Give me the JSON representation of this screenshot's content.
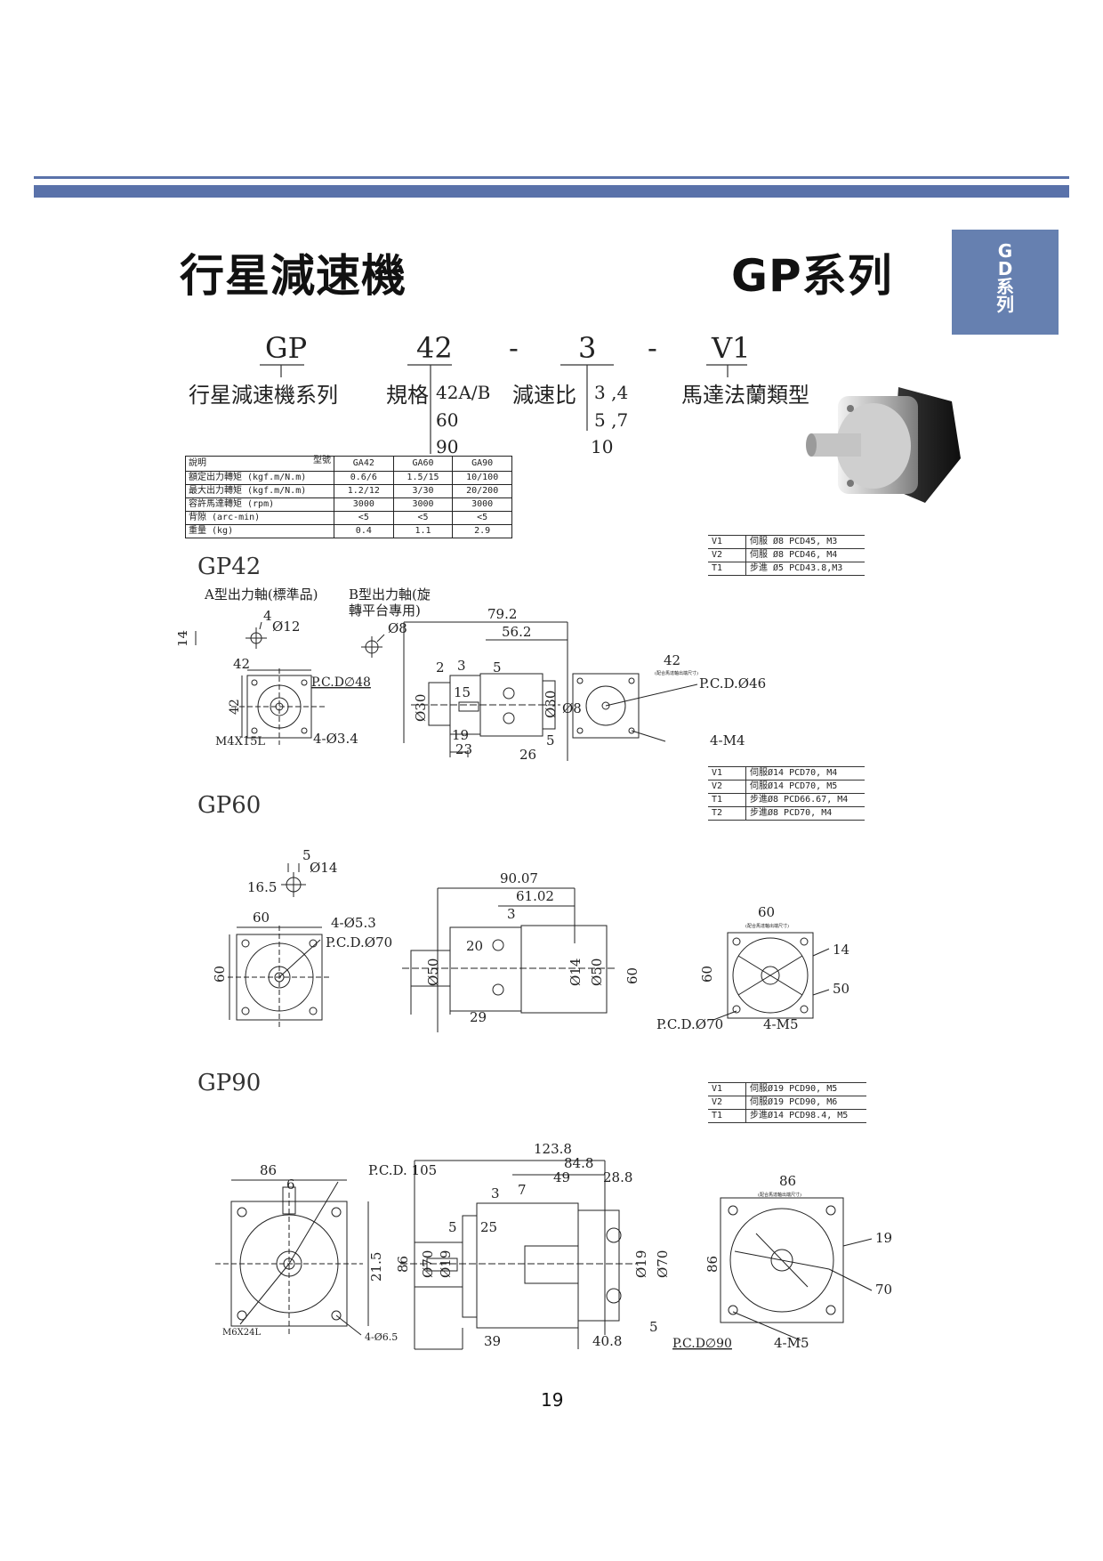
{
  "header": {
    "title_left": "行星減速機",
    "title_right": "GP系列",
    "side_tab": [
      "G",
      "D",
      "系",
      "列"
    ]
  },
  "model_code": {
    "parts": [
      "GP",
      "42",
      "-",
      "3",
      "-",
      "V1"
    ],
    "labels": {
      "series": "行星減速機系列",
      "spec": "規格",
      "spec_options": [
        "42A/B",
        "60",
        "90"
      ],
      "ratio": "減速比",
      "ratio_options": [
        "3 ,4",
        "5 ,7",
        "10"
      ],
      "motor_flange": "馬達法蘭類型"
    }
  },
  "spec_table": {
    "corner_top": "型號",
    "corner_bottom": "說明",
    "columns": [
      "GA42",
      "GA60",
      "GA90"
    ],
    "rows": [
      {
        "label": "額定出力轉矩 (kgf.m/N.m)",
        "values": [
          "0.6/6",
          "1.5/15",
          "10/100"
        ]
      },
      {
        "label": "最大出力轉矩 (kgf.m/N.m)",
        "values": [
          "1.2/12",
          "3/30",
          "20/200"
        ]
      },
      {
        "label": "容許馬達轉矩 (rpm)",
        "values": [
          "3000",
          "3000",
          "3000"
        ]
      },
      {
        "label": "背隙 (arc-min)",
        "values": [
          "<5",
          "<5",
          "<5"
        ]
      },
      {
        "label": "重量 (kg)",
        "values": [
          "0.4",
          "1.1",
          "2.9"
        ]
      }
    ]
  },
  "sections": {
    "gp42": {
      "title": "GP42",
      "flange_table": [
        {
          "k": "V1",
          "v": "伺服 Ø8  PCD45, M3"
        },
        {
          "k": "V2",
          "v": "伺服 Ø8  PCD46, M4"
        },
        {
          "k": "T1",
          "v": "步進 Ø5  PCD43.8,M3"
        }
      ],
      "labels": {
        "a_shaft": "A型出力軸(標準品)",
        "b_shaft_1": "B型出力軸(旋",
        "b_shaft_2": "轉平台專用)",
        "d4": "4",
        "d12": "Ø12",
        "d14": "14",
        "d8": "Ø8",
        "d42a": "42",
        "d42b": "42",
        "pcd48": "P.C.D∅48",
        "m4x15l": "M4X15L",
        "hole": "4-Ø3.4",
        "d79": "79.2",
        "d56": "56.2",
        "d2": "2",
        "d3": "3",
        "d5a": "5",
        "d15": "15",
        "d30a": "Ø30",
        "d30b": "Ø30",
        "d8b": "Ø8",
        "d19": "19",
        "d23": "23",
        "d26": "26",
        "d5b": "5",
        "d42c": "42",
        "note": "(配合馬達軸出端尺寸)",
        "pcd46": "P.C.D.Ø46",
        "m4": "4-M4"
      }
    },
    "gp60": {
      "title": "GP60",
      "flange_table": [
        {
          "k": "V1",
          "v": "伺服Ø14  PCD70, M4"
        },
        {
          "k": "V2",
          "v": "伺服Ø14  PCD70, M5"
        },
        {
          "k": "T1",
          "v": "步進Ø8  PCD66.67, M4"
        },
        {
          "k": "T2",
          "v": "步進Ø8  PCD70, M4"
        }
      ],
      "labels": {
        "d5": "5",
        "d14": "Ø14",
        "d165": "16.5",
        "d60a": "60",
        "d60b": "60",
        "hole": "4-Ø5.3",
        "pcd70": "P.C.D.Ø70",
        "d9007": "90.07",
        "d6102": "61.02",
        "d3": "3",
        "d20": "20",
        "d50a": "Ø50",
        "d14b": "Ø14",
        "d50b": "Ø50",
        "d60c": "60",
        "d29": "29",
        "d60d": "60",
        "d60e": "60",
        "note": "(配合馬達軸出端尺寸)",
        "d14c": "14",
        "d50c": "50",
        "pcd70b": "P.C.D.Ø70",
        "m5": "4-M5"
      }
    },
    "gp90": {
      "title": "GP90",
      "flange_table": [
        {
          "k": "V1",
          "v": "伺服Ø19  PCD90, M5"
        },
        {
          "k": "V2",
          "v": "伺服Ø19  PCD90, M6"
        },
        {
          "k": "T1",
          "v": "步進Ø14  PCD98.4, M5"
        }
      ],
      "labels": {
        "d86a": "86",
        "d6": "6",
        "pcd105": "P.C.D.  105",
        "d215": "21.5",
        "d86b": "86",
        "m6": "M6X24L",
        "hole": "4-Ø6.5",
        "d1238": "123.8",
        "d848": "84.8",
        "d49": "49",
        "d288": "28.8",
        "d3": "3",
        "d7": "7",
        "d5a": "5",
        "d25": "25",
        "d70a": "Ø70",
        "d19a": "Ø19",
        "d19b": "Ø19",
        "d70b": "Ø70",
        "d86c": "86",
        "d39": "39",
        "d408": "40.8",
        "d5b": "5",
        "d86d": "86",
        "note": "(配合馬達軸出端尺寸)",
        "d19c": "19",
        "d70c": "70",
        "pcd90": "P.C.D∅90",
        "m5": "4-M5"
      }
    }
  },
  "page_number": "19"
}
